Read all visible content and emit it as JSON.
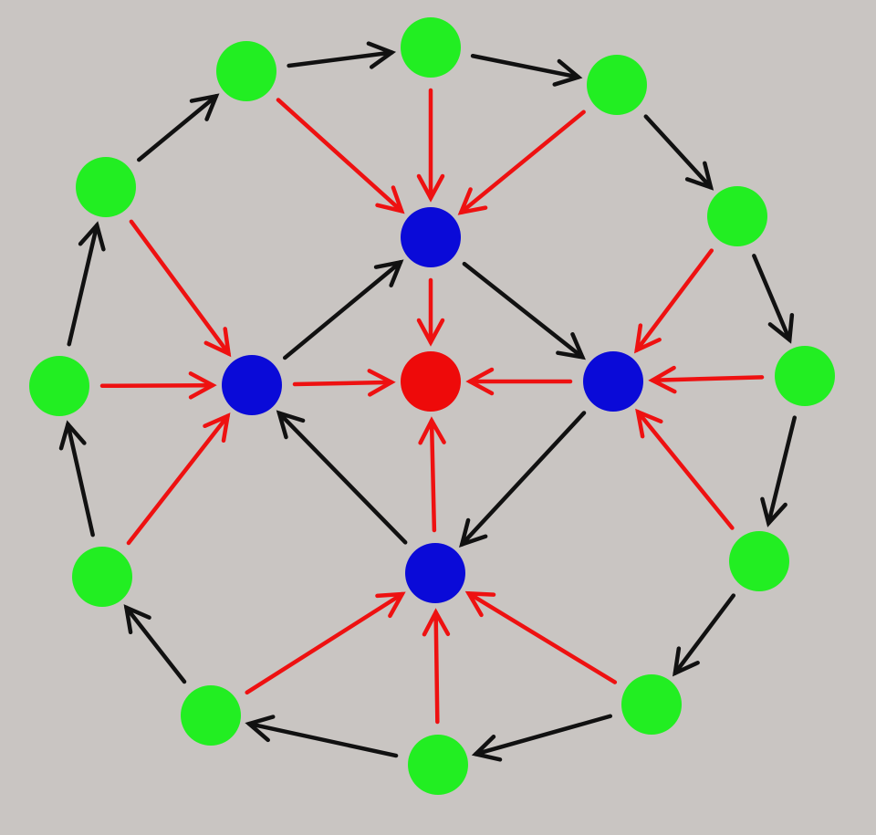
{
  "colors": {
    "background": "#c9c5c2",
    "outer_node": "#22ee22",
    "inner_node": "#0a0ad8",
    "center_node": "#ee0a0a",
    "black_arrow": "#111111",
    "red_arrow": "#ee1111"
  },
  "nodes": [
    {
      "id": "g1",
      "kind": "outer"
    },
    {
      "id": "g2",
      "kind": "outer"
    },
    {
      "id": "g3",
      "kind": "outer"
    },
    {
      "id": "g4",
      "kind": "outer"
    },
    {
      "id": "g5",
      "kind": "outer"
    },
    {
      "id": "g6",
      "kind": "outer"
    },
    {
      "id": "g7",
      "kind": "outer"
    },
    {
      "id": "g8",
      "kind": "outer"
    },
    {
      "id": "g9",
      "kind": "outer"
    },
    {
      "id": "g10",
      "kind": "outer"
    },
    {
      "id": "g11",
      "kind": "outer"
    },
    {
      "id": "g12",
      "kind": "outer"
    },
    {
      "id": "bt",
      "kind": "inner"
    },
    {
      "id": "br",
      "kind": "inner"
    },
    {
      "id": "bb",
      "kind": "inner"
    },
    {
      "id": "bl",
      "kind": "inner"
    },
    {
      "id": "c",
      "kind": "center"
    }
  ],
  "edges": [
    {
      "from": "g12",
      "to": "g1",
      "color": "black"
    },
    {
      "from": "g1",
      "to": "g2",
      "color": "black"
    },
    {
      "from": "g2",
      "to": "g3",
      "color": "black"
    },
    {
      "from": "g3",
      "to": "g4",
      "color": "black"
    },
    {
      "from": "g4",
      "to": "g5",
      "color": "black"
    },
    {
      "from": "g5",
      "to": "g6",
      "color": "black"
    },
    {
      "from": "g6",
      "to": "g7",
      "color": "black"
    },
    {
      "from": "g7",
      "to": "g8",
      "color": "black"
    },
    {
      "from": "g8",
      "to": "g9",
      "color": "black"
    },
    {
      "from": "g9",
      "to": "g10",
      "color": "black"
    },
    {
      "from": "g10",
      "to": "g11",
      "color": "black"
    },
    {
      "from": "g11",
      "to": "g12",
      "color": "black"
    },
    {
      "from": "bl",
      "to": "bt",
      "color": "black"
    },
    {
      "from": "bt",
      "to": "br",
      "color": "black"
    },
    {
      "from": "br",
      "to": "bb",
      "color": "black"
    },
    {
      "from": "bb",
      "to": "bl",
      "color": "black"
    },
    {
      "from": "g12",
      "to": "bt",
      "color": "red"
    },
    {
      "from": "g1",
      "to": "bt",
      "color": "red"
    },
    {
      "from": "g2",
      "to": "bt",
      "color": "red"
    },
    {
      "from": "g3",
      "to": "br",
      "color": "red"
    },
    {
      "from": "g4",
      "to": "br",
      "color": "red"
    },
    {
      "from": "g5",
      "to": "br",
      "color": "red"
    },
    {
      "from": "g6",
      "to": "bb",
      "color": "red"
    },
    {
      "from": "g7",
      "to": "bb",
      "color": "red"
    },
    {
      "from": "g8",
      "to": "bb",
      "color": "red"
    },
    {
      "from": "g9",
      "to": "bl",
      "color": "red"
    },
    {
      "from": "g10",
      "to": "bl",
      "color": "red"
    },
    {
      "from": "g11",
      "to": "bl",
      "color": "red"
    },
    {
      "from": "bt",
      "to": "c",
      "color": "red"
    },
    {
      "from": "br",
      "to": "c",
      "color": "red"
    },
    {
      "from": "bb",
      "to": "c",
      "color": "red"
    },
    {
      "from": "bl",
      "to": "c",
      "color": "red"
    }
  ]
}
